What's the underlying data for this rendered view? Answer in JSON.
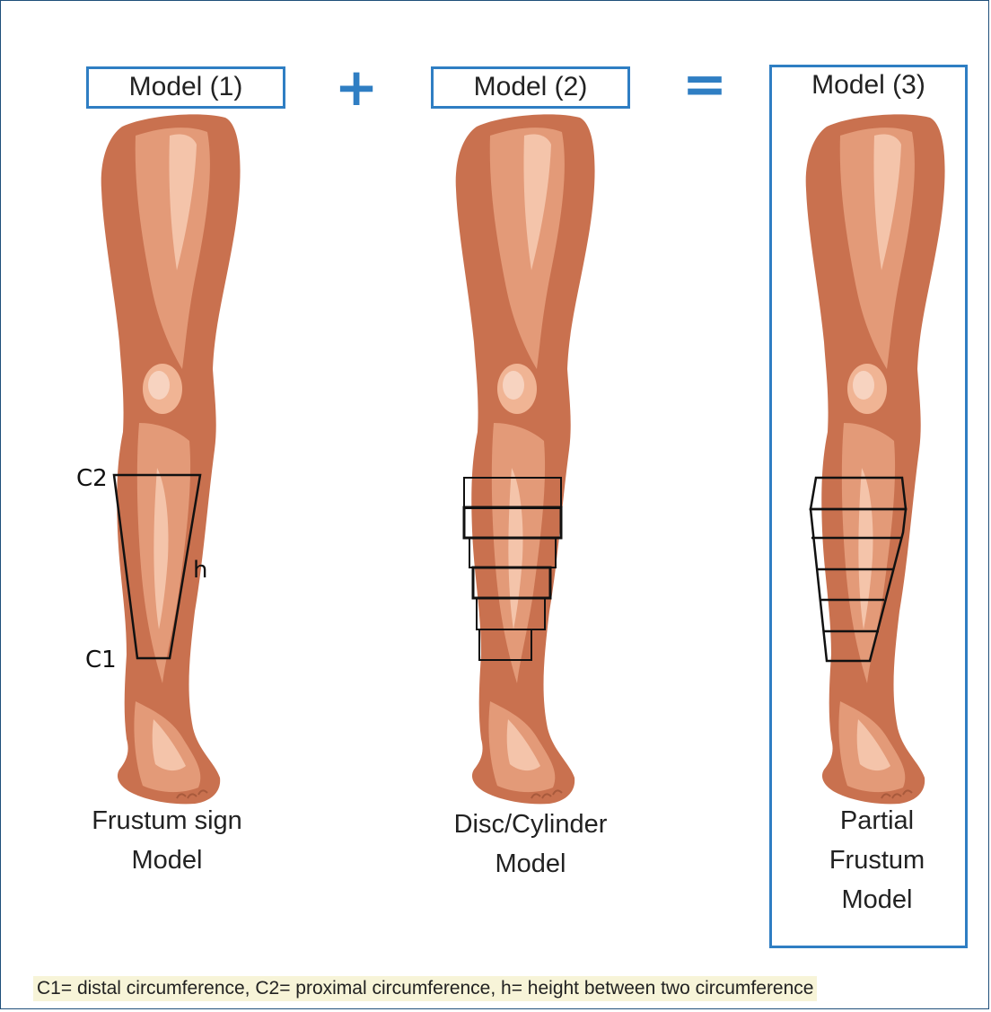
{
  "models": {
    "m1": {
      "label": "Model (1)",
      "caption_line1": "Frustum sign",
      "caption_line2": "Model"
    },
    "m2": {
      "label": "Model (2)",
      "caption_line1": "Disc/Cylinder",
      "caption_line2": "Model"
    },
    "m3": {
      "label": "Model (3)",
      "caption_line1": "Partial",
      "caption_line2": "Frustum",
      "caption_line3": "Model"
    }
  },
  "operators": {
    "plus": "+",
    "equals": "="
  },
  "measurements": {
    "c1": "C1",
    "c2": "C2",
    "h": "h"
  },
  "legend": "C1= distal circumference, C2= proximal circumference, h= height between two circumference",
  "colors": {
    "accent": "#2f7ec3",
    "skin_dark": "#c9714f",
    "skin_mid": "#e39a78",
    "skin_light": "#f4c4aa",
    "legend_bg": "#f7f4d8"
  }
}
